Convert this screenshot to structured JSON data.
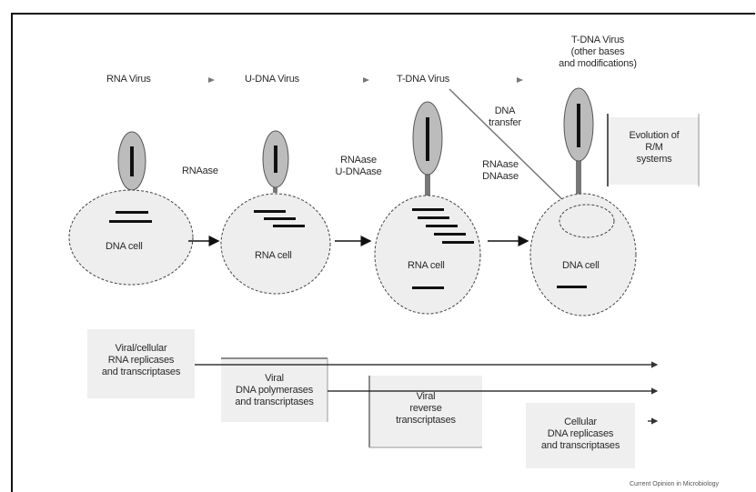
{
  "top_row": {
    "stage1": "RNA Virus",
    "stage2": "U-DNA Virus",
    "stage3": "T-DNA Virus",
    "stage4_line1": "T-DNA Virus",
    "stage4_line2": "(other bases",
    "stage4_line3": "and modifications)"
  },
  "dna_transfer_line1": "DNA",
  "dna_transfer_line2": "transfer",
  "evolution_box_line1": "Evolution of",
  "evolution_box_line2": "R/M",
  "evolution_box_line3": "systems",
  "enzyme_labels": {
    "e1": "RNAase",
    "e2_line1": "RNAase",
    "e2_line2": "U-DNAase",
    "e3_line1": "RNAase",
    "e3_line2": "DNAase"
  },
  "cells": {
    "c1": "DNA cell",
    "c2": "RNA cell",
    "c3": "RNA cell",
    "c4": "DNA cell"
  },
  "bottom_boxes": {
    "b1_line1": "Viral/cellular",
    "b1_line2": "RNA replicases",
    "b1_line3": "and transcriptases",
    "b2_line1": "Viral",
    "b2_line2": "DNA polymerases",
    "b2_line3": "and transcriptases",
    "b3_line1": "Viral",
    "b3_line2": "reverse",
    "b3_line3": "transcriptases",
    "b4_line1": "Cellular",
    "b4_line2": "DNA replicases",
    "b4_line3": "and transcriptases"
  },
  "credit": "Current Opinion in Microbiology"
}
